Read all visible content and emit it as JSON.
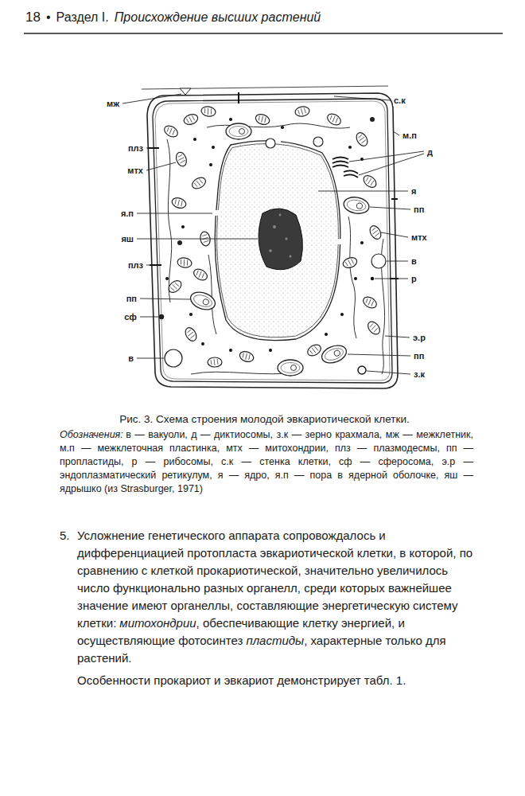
{
  "diagram": {
    "caption": "Рис. 3. Схема строения молодой эвкариотической клетки.",
    "labels": [
      "18",
      "•",
      "Раздел I.",
      "Происхождение высших растений",
      "мж",
      "с.к",
      "м.п",
      "плз",
      "д",
      "мтх",
      "я",
      "я.п",
      "пп",
      "яш",
      "мтх",
      "плз",
      "в",
      "р",
      "пп",
      "сф",
      "э.р",
      "в",
      "пп",
      "з.к",
      "Обозначения:",
      "в — вакуоли, д — диктиосомы, з.к — зерно крахмала, мж — межклетник, м.п — межклеточная пластинка, мтх — митохондрии, плз — плазмодесмы, пп — пропластиды, р — рибосомы, с.к — стенка клетки, сф — сферосома, э.р — эндоплазматический ретикулум, я — ядро, я.п — пора в ядерной оболочке, яш — ядрышко (из Strasburger, 1971)",
      "5.",
      "Усложнение генетического аппарата сопровождалось и дифференциацией протопласта эвкариотической клетки, в которой, по сравнению с клеткой прокариотической, значительно увеличилось число функционально разных органелл, среди которых важнейшее значение имеют органеллы, составляющие энергетическую систему клетки:",
      "митохондрии",
      ", обеспечивающие клетку энергией, и осуществляющие фотосинтез",
      "пластиды",
      ", характерные только для растений.",
      "Особенности прокариот и эвкариот демонстрирует табл. 1."
    ]
  }
}
